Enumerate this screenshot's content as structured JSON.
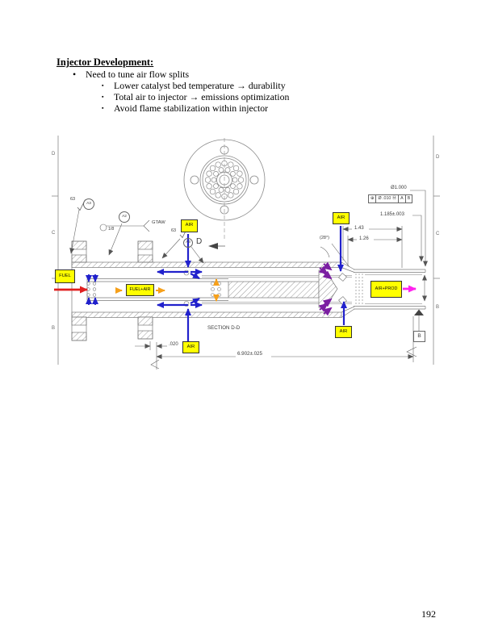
{
  "page": {
    "number": "192"
  },
  "header": {
    "title": "Injector Development:",
    "bullet_glyph": "•",
    "sub_bullet_glyph": "▪",
    "bullet": "Need to tune air flow splits",
    "sub_bullets": [
      "Lower catalyst bed temperature → durability",
      "Total air to injector → emissions optimization",
      "Avoid flame stabilization within injector"
    ]
  },
  "drawing": {
    "labels": {
      "fuel": "FUEL",
      "fuel_air": "FUEL+AIR",
      "air": "AIR",
      "air_prod": "AIR+PROD"
    },
    "dims": {
      "overall": "6.902±.025",
      "gap": ".020",
      "len_a": "1.43",
      "len_b": "1.26",
      "tube_od": "1.185±.003",
      "diameter": "Ø1.000",
      "angle": "(28°)"
    },
    "fcf": {
      "position_symbol": "⊕",
      "tolerance": "Ø .010",
      "modifier": "Ⓜ",
      "datum_1": "A",
      "datum_2": "B"
    },
    "notes": {
      "section": "SECTION D-D",
      "cut_letter": "D",
      "weld_process": "GTAW",
      "weld_size": "1/8",
      "balloon_a2": "A2",
      "balloon_a3": "A3",
      "finish": "63",
      "datum_b": "B"
    },
    "zones": {
      "left": [
        "D",
        "C",
        "B"
      ],
      "right": [
        "D",
        "C",
        "B"
      ]
    },
    "colors": {
      "label_bg": "#ffff00",
      "fuel_arrow": "#e02020",
      "air_arrow": "#2121cc",
      "mix_arrow": "#f6a01a",
      "jet_arrow": "#7b1fa2",
      "product_arrow": "#ff22ee",
      "line": "#7a7a7a"
    }
  }
}
